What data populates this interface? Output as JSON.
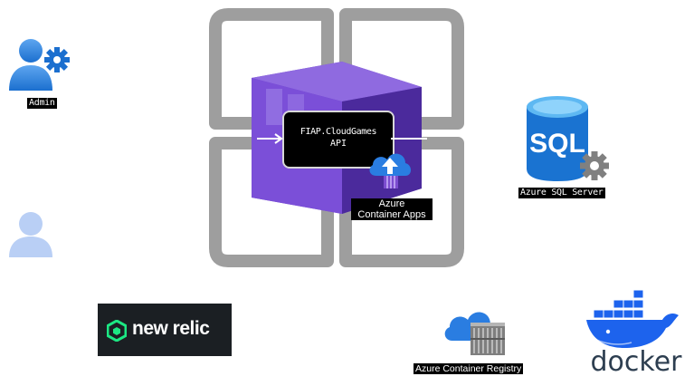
{
  "admin_label": "Admin",
  "api_label_line1": "FIAP.CloudGames",
  "api_label_line2": "API",
  "container_apps_line1": "Azure",
  "container_apps_line2": "Container Apps",
  "sql_text": "SQL",
  "sql_label": "Azure SQL Server",
  "newrelic_text": "new relic",
  "registry_label": "Azure Container Registry",
  "docker_text": "docker",
  "colors": {
    "grid_gray": "#9e9e9e",
    "purple_front": "#6a3fc8",
    "purple_side": "#4b2a9c",
    "purple_top": "#8f6ae0",
    "azure_blue": "#1b74d6",
    "sql_blue": "#1a73d1",
    "docker_blue": "#1d63ed",
    "docker_dark": "#2d3e50",
    "newrelic_green": "#1ce783"
  },
  "icons": [
    "admin-user-gear-icon",
    "user-icon",
    "container-apps-cloud-icon",
    "sql-database-icon",
    "gear-icon",
    "newrelic-logo",
    "container-registry-icon",
    "docker-whale-logo"
  ]
}
